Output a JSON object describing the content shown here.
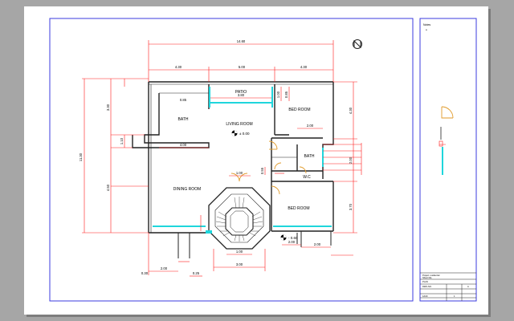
{
  "colors": {
    "paper": "#ffffff",
    "border": "#3b3bdf",
    "dimension": "#ff1a1a",
    "wall": "#222222",
    "window": "#1fd6dc",
    "door": "#e09a2a",
    "text": "#000000"
  },
  "rooms": {
    "living": "LIVING ROOM",
    "patio": "PATIO",
    "bath_left": "BATH",
    "bed_top": "BED ROOM",
    "bath_right": "BATH",
    "wc": "W.C",
    "dining": "DINING ROOM",
    "bed_bottom": "BED ROOM"
  },
  "levels": {
    "living": "± 0.00",
    "entrance": "- 0.60"
  },
  "dimensions": {
    "overall_width": "14.60",
    "top_left": "4.30",
    "top_mid": "5.00",
    "top_right": "4.30",
    "patio_width": "3.80",
    "bath_inner": "0.85",
    "bath_step": "4.00",
    "bath_right_w": "2.00",
    "left_1": "3.30",
    "left_2": "4.50",
    "left_3": "1.10",
    "left_overall": "11.30",
    "right_top": "4.30",
    "right_mid": "2.00",
    "right_low": "3.70",
    "stair_top": "1.00",
    "stair_bottom": "1.00",
    "stair_base": "3.00",
    "bottom_left": "2.00",
    "bottom_small": "0.25",
    "bottom_edge": "0.30",
    "bottom_right_a": "2.00",
    "bottom_right_b": "2.00",
    "wc_h": "0.55",
    "patio_side": "1.00",
    "patio_side2": "0.85"
  },
  "title_block": {
    "header": "Notes",
    "line1": "Project: residential",
    "line2": "Sheet title",
    "line3": "PLAN",
    "scale": "1/100",
    "sheet_no": "1",
    "drawn": "DWG NO.",
    "rev": "A"
  }
}
